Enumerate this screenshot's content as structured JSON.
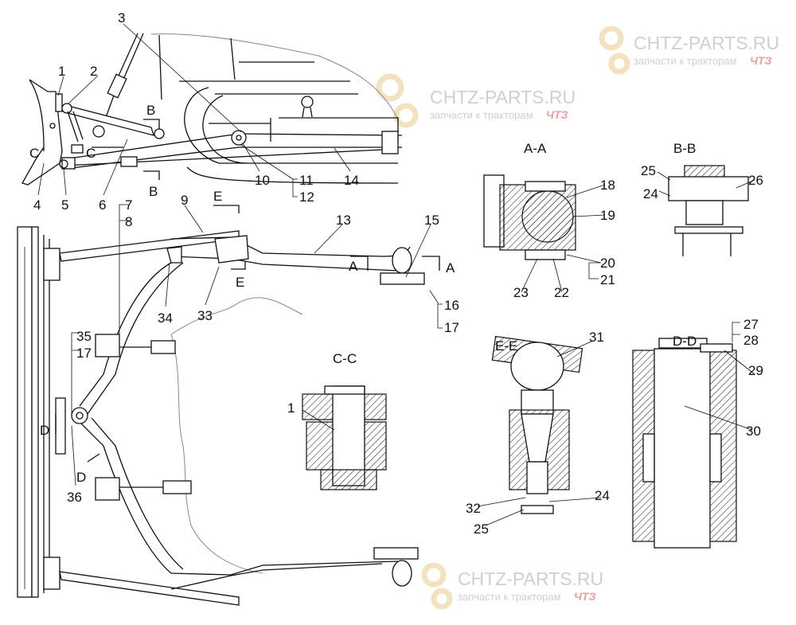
{
  "watermark": {
    "brand": "CHTZ-PARTS.RU",
    "tagline": "запчасти к тракторам",
    "logo": "ЧТЗ",
    "color": "#cfcfcf",
    "gear_color": "#f3e2c0"
  },
  "sections": {
    "aa": "A-A",
    "bb": "B-B",
    "cc": "C-C",
    "dd": "D-D",
    "ee": "E-E"
  },
  "cut_marks": {
    "a": "A",
    "b": "B",
    "c": "C",
    "d": "D",
    "e": "E"
  },
  "callouts": {
    "n1": "1",
    "n2": "2",
    "n3": "3",
    "n4": "4",
    "n5": "5",
    "n6": "6",
    "n7": "7",
    "n8": "8",
    "n9": "9",
    "n10": "10",
    "n11": "11",
    "n12": "12",
    "n13": "13",
    "n14": "14",
    "n15": "15",
    "n16": "16",
    "n17": "17",
    "n18": "18",
    "n19": "19",
    "n20": "20",
    "n21": "21",
    "n22": "22",
    "n23": "23",
    "n24": "24",
    "n25": "25",
    "n26": "26",
    "n27": "27",
    "n28": "28",
    "n29": "29",
    "n30": "30",
    "n31": "31",
    "n32": "32",
    "n33": "33",
    "n34": "34",
    "n35": "35",
    "n36": "36"
  }
}
